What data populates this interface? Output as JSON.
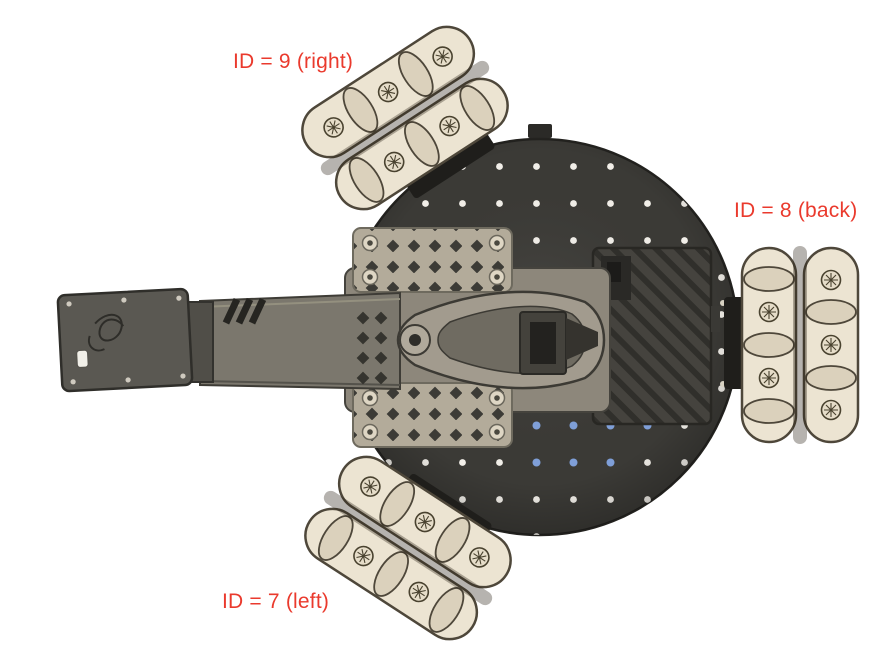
{
  "figure_labels": {
    "wheel_right": "ID = 9 (right)",
    "wheel_back": "ID = 8 (back)",
    "wheel_left": "ID = 7 (left)"
  },
  "colors": {
    "label_text": "#ea3a2d",
    "background": "#ffffff",
    "base_plate": "#3b3a36",
    "grid_dot": "#f2efe9",
    "grid_dot_blue": "#7f9fd8",
    "wheel_body": "#ece4d2",
    "wheel_roller_shade": "#dbd1bc",
    "wheel_outline": "#4e473a",
    "wheel_bracket": "#1f1e1b",
    "mount_plate_tan": "#b3ab9a",
    "arm_gray": "#9b9489",
    "arm_dark_gray": "#7b776d",
    "end_effector_plate": "#5a5852",
    "heatsink_dark": "#45433e"
  }
}
